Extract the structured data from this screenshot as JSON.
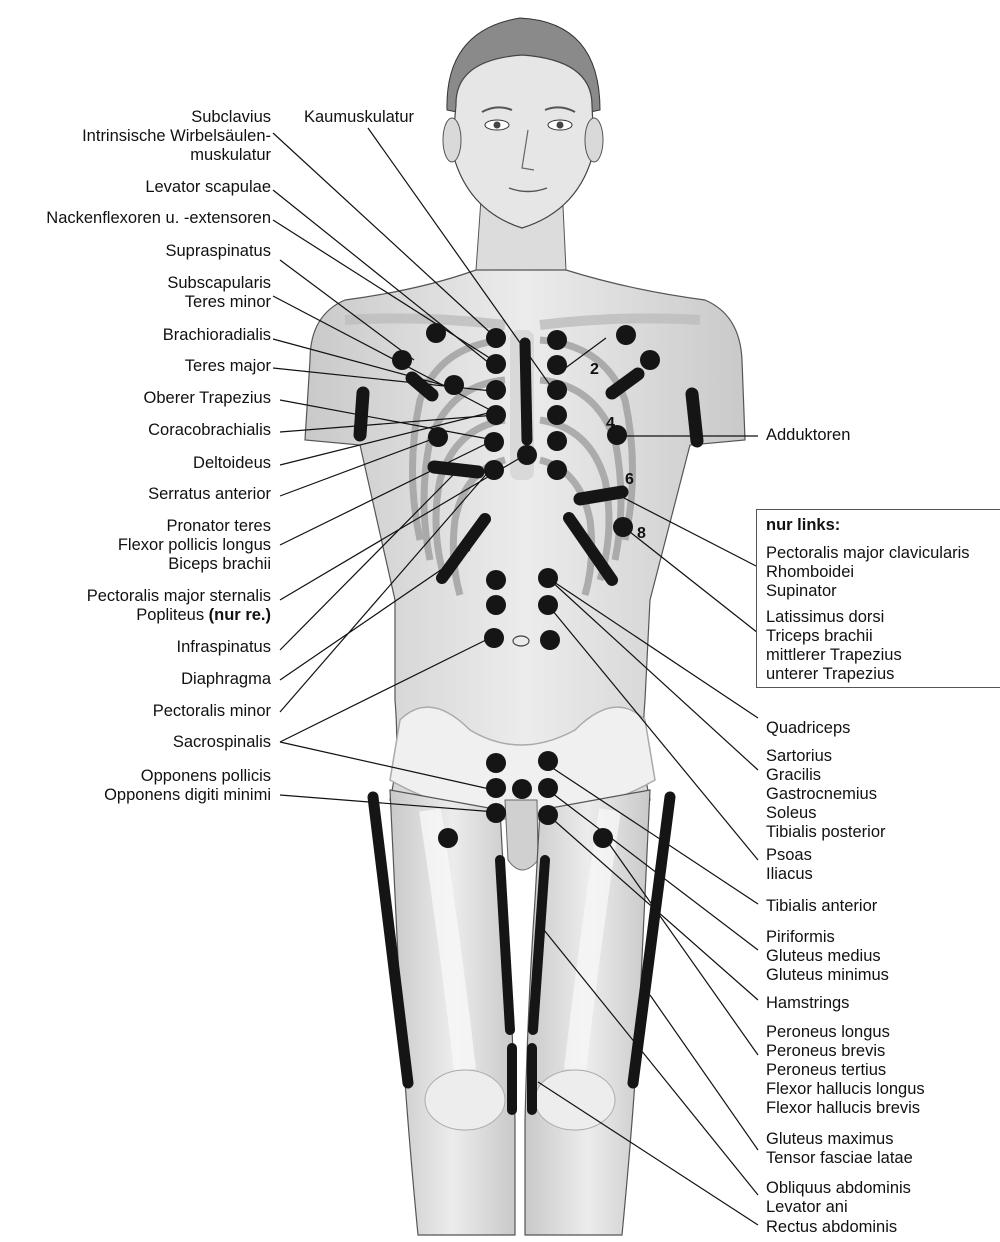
{
  "left_labels": [
    {
      "id": "subclavius",
      "lines": [
        "Subclavius",
        "Intrinsische Wirbelsäulen-",
        "muskulatur"
      ]
    },
    {
      "id": "kaumuskulatur",
      "lines": [
        "Kaumuskulatur"
      ]
    },
    {
      "id": "levator-scapulae",
      "lines": [
        "Levator scapulae"
      ]
    },
    {
      "id": "nackenflexoren",
      "lines": [
        "Nackenflexoren u. -extensoren"
      ]
    },
    {
      "id": "supraspinatus",
      "lines": [
        "Supraspinatus"
      ]
    },
    {
      "id": "subscapularis",
      "lines": [
        "Subscapularis",
        "Teres minor"
      ]
    },
    {
      "id": "brachioradialis",
      "lines": [
        "Brachioradialis"
      ]
    },
    {
      "id": "teres-major",
      "lines": [
        "Teres major"
      ]
    },
    {
      "id": "oberer-trapezius",
      "lines": [
        "Oberer Trapezius"
      ]
    },
    {
      "id": "coracobrachialis",
      "lines": [
        "Coracobrachialis"
      ]
    },
    {
      "id": "deltoideus",
      "lines": [
        "Deltoideus"
      ]
    },
    {
      "id": "serratus-anterior",
      "lines": [
        "Serratus anterior"
      ]
    },
    {
      "id": "pronator-teres",
      "lines": [
        "Pronator teres",
        "Flexor pollicis longus",
        "Biceps brachii"
      ]
    },
    {
      "id": "pectoralis-major-sternalis",
      "lines": [
        "Pectoralis major sternalis"
      ]
    },
    {
      "id": "popliteus",
      "text": "Popliteus ",
      "bold": "(nur re.)"
    },
    {
      "id": "infraspinatus",
      "lines": [
        "Infraspinatus"
      ]
    },
    {
      "id": "diaphragma",
      "lines": [
        "Diaphragma"
      ]
    },
    {
      "id": "pectoralis-minor",
      "lines": [
        "Pectoralis minor"
      ]
    },
    {
      "id": "sacrospinalis",
      "lines": [
        "Sacrospinalis"
      ]
    },
    {
      "id": "opponens",
      "lines": [
        "Opponens pollicis",
        "Opponens digiti minimi"
      ]
    }
  ],
  "right_labels": [
    {
      "id": "adduktoren",
      "lines": [
        "Adduktoren"
      ]
    },
    {
      "id": "quadriceps",
      "lines": [
        "Quadriceps"
      ]
    },
    {
      "id": "sartorius",
      "lines": [
        "Sartorius",
        "Gracilis",
        "Gastrocnemius",
        "Soleus",
        "Tibialis posterior"
      ]
    },
    {
      "id": "psoas",
      "lines": [
        "Psoas",
        "Iliacus"
      ]
    },
    {
      "id": "tibialis-anterior",
      "lines": [
        "Tibialis anterior"
      ]
    },
    {
      "id": "piriformis",
      "lines": [
        "Piriformis",
        "Gluteus medius",
        "Gluteus minimus"
      ]
    },
    {
      "id": "hamstrings",
      "lines": [
        "Hamstrings"
      ]
    },
    {
      "id": "peroneus",
      "lines": [
        "Peroneus longus",
        "Peroneus brevis",
        "Peroneus tertius",
        "Flexor hallucis longus",
        "Flexor hallucis brevis"
      ]
    },
    {
      "id": "gluteus-maximus",
      "lines": [
        "Gluteus maximus",
        "Tensor fasciae latae"
      ]
    },
    {
      "id": "obliquus",
      "lines": [
        "Obliquus abdominis",
        "Levator ani"
      ]
    },
    {
      "id": "rectus",
      "lines": [
        "Rectus abdominis"
      ]
    }
  ],
  "nur_links_box": {
    "title": "nur links:",
    "group1": [
      "Pectoralis major clavicularis",
      "Rhomboidei",
      "Supinator"
    ],
    "group2": [
      "Latissimus dorsi",
      "Triceps brachii",
      "mittlerer Trapezius",
      "unterer Trapezius"
    ]
  },
  "rib_numbers": [
    "2",
    "4",
    "6",
    "8"
  ],
  "colors": {
    "skin": "#e4e4e4",
    "skin_dark": "#c8c8c8",
    "bone": "#f2f2f2",
    "hair": "#8a8a8a",
    "marker": "#151515",
    "line": "#111111"
  }
}
